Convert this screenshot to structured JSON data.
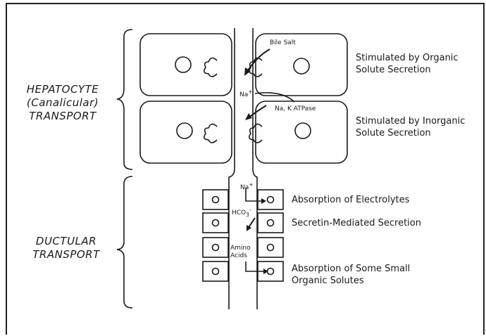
{
  "section_labels": {
    "hepatocyte_line1": "HEPATOCYTE",
    "hepatocyte_line2": "(Canalicular)",
    "hepatocyte_line3": "TRANSPORT",
    "ductular_line1": "DUCTULAR",
    "ductular_line2": "TRANSPORT"
  },
  "annotations": {
    "bile_salt": "Bile Salt",
    "na_1": "Na",
    "na_atpase": "Na, K ATPase",
    "na_2": "Na",
    "hco3": "HCO",
    "amino_acids_line1": "Amino",
    "amino_acids_line2": "Acids",
    "plus": "+",
    "sub3": "3",
    "minus": "-"
  },
  "descriptions": {
    "organic_line1": "Stimulated by Organic",
    "organic_line2": "Solute Secretion",
    "inorganic_line1": "Stimulated by Inorganic",
    "inorganic_line2": "Solute Secretion",
    "electrolytes": "Absorption of Electrolytes",
    "secretin": "Secretin-Mediated Secretion",
    "small_solutes_line1": "Absorption of Some Small",
    "small_solutes_line2": "Organic Solutes"
  }
}
